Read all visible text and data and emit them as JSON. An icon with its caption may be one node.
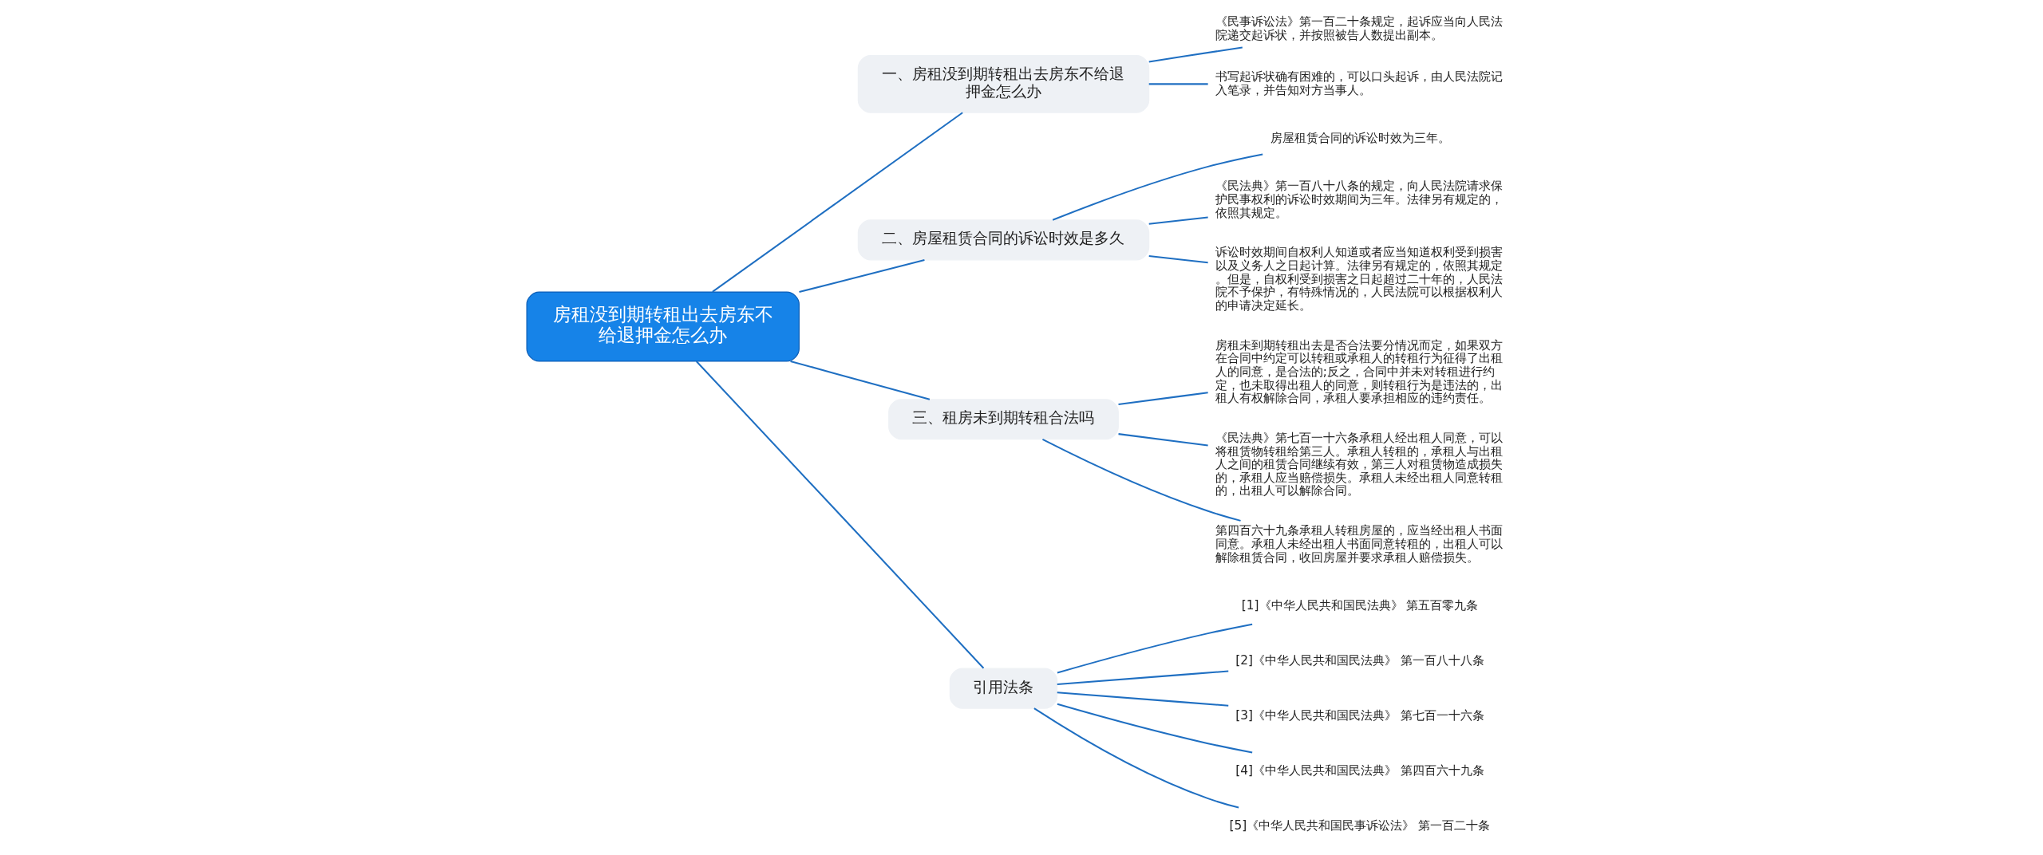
{
  "diagram": {
    "nodes": [
      {
        "text": [
          "房租没到期转租出去房东不给退押金怎么办"
        ]
      },
      {
        "text": [
          "一、房租没到期转租出去房东不给退押金怎么办"
        ]
      },
      {
        "text": [
          "《民事诉讼法》第一百二十条规定，起诉应当向人民法院递交起诉状，并按照被告人数提出副本。"
        ]
      },
      {
        "text": [
          "书写起诉状确有困难的，可以口头起诉，由人民法院记入笔录，并告知对方当事人。"
        ]
      },
      {
        "text": [
          "二、房屋租赁合同的诉讼时效是多久"
        ]
      },
      {
        "text": [
          "房屋租赁合同的诉讼时效为三年。"
        ]
      },
      {
        "text": [
          "《民法典》第一百八十八条的规定，向人民法院请求保护民事权利的诉讼时效期间为三年。法律另有规定的，依照其规定。"
        ]
      },
      {
        "text": [
          "诉讼时效期间自权利人知道或者应当知道权利受到损害以及义务人之日起计算。法律另有规定的，依照其规定。但是，自权利受到损害之日起超过二十年的，人民法院不予保护，有特殊情况的，人民法院可以根据权利人的申请决定延长。"
        ]
      },
      {
        "text": [
          "三、租房未到期转租合法吗"
        ]
      },
      {
        "text": [
          "房租未到期转租出去是否合法要分情况而定，如果双方在合同中约定可以转租或承租人的转租行为征得了出租人的同意，是合法的;反之，合同中并未对转租进行约定，也未取得出租人的同意，则转租行为是违法的，出租人有权解除合同，承租人要承担相应的违约责任。"
        ]
      },
      {
        "text": [
          "《民法典》第七百一十六条承租人经出租人同意，可以将租赁物转租给第三人。承租人转租的，承租人与出租人之间的租赁合同继续有效，第三人对租赁物造成损失的，承租人应当赔偿损失。承租人未经出租人同意转租的，出租人可以解除合同。"
        ]
      },
      {
        "text": [
          "第四百六十九条承租人转租房屋的，应当经出租人书面同意。承租人未经出租人书面同意转租的，出租人可以解除租赁合同，收回房屋并要求承租人赔偿损失。"
        ]
      },
      {
        "text": [
          "引用法条"
        ]
      },
      {
        "text": [
          "[1]《中华人民共和国民法典》 第五百零九条"
        ]
      },
      {
        "text": [
          "[2]《中华人民共和国民法典》 第一百八十八条"
        ]
      },
      {
        "text": [
          "[3]《中华人民共和国民法典》 第七百一十六条"
        ]
      },
      {
        "text": [
          "[4]《中华人民共和国民法典》 第四百六十九条"
        ]
      },
      {
        "text": [
          "[5]《中华人民共和国民事诉讼法》 第一百二十条"
        ]
      }
    ],
    "edges": [
      {
        "from": 0,
        "to": 1,
        "arrow": "none"
      },
      {
        "from": 1,
        "to": 2,
        "arrow": "none"
      },
      {
        "from": 1,
        "to": 3,
        "arrow": "none"
      },
      {
        "from": 0,
        "to": 4,
        "arrow": "none"
      },
      {
        "from": 4,
        "to": 5,
        "arrow": "none"
      },
      {
        "from": 4,
        "to": 6,
        "arrow": "none"
      },
      {
        "from": 4,
        "to": 7,
        "arrow": "none"
      },
      {
        "from": 0,
        "to": 8,
        "arrow": "none"
      },
      {
        "from": 8,
        "to": 9,
        "arrow": "none"
      },
      {
        "from": 8,
        "to": 10,
        "arrow": "none"
      },
      {
        "from": 8,
        "to": 11,
        "arrow": "none"
      },
      {
        "from": 0,
        "to": 12,
        "arrow": "none"
      },
      {
        "from": 12,
        "to": 13,
        "arrow": "none"
      },
      {
        "from": 12,
        "to": 14,
        "arrow": "none"
      },
      {
        "from": 12,
        "to": 15,
        "arrow": "none"
      },
      {
        "from": 12,
        "to": 16,
        "arrow": "none"
      },
      {
        "from": 12,
        "to": 17,
        "arrow": "none"
      }
    ]
  }
}
